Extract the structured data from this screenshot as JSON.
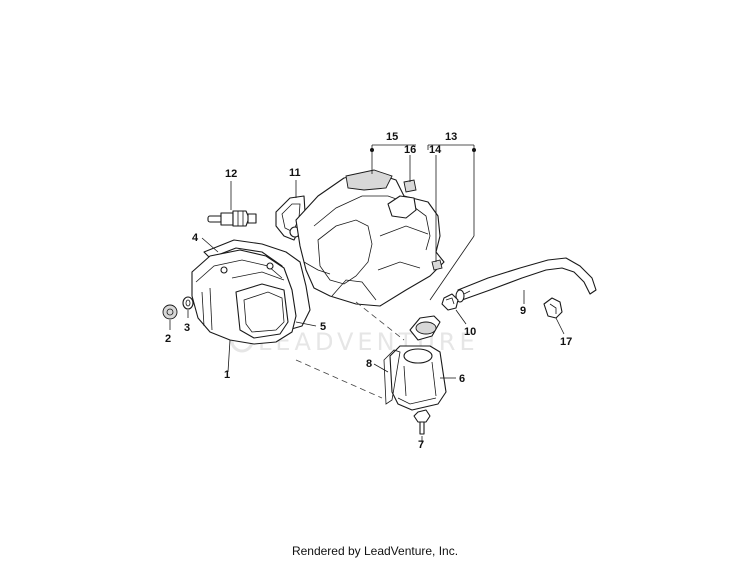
{
  "callouts": {
    "c1": "1",
    "c2": "2",
    "c3": "3",
    "c4": "4",
    "c5": "5",
    "c6": "6",
    "c7": "7",
    "c8": "8",
    "c9": "9",
    "c10": "10",
    "c11": "11",
    "c12": "12",
    "c13": "13",
    "c14": "14",
    "c15": "15",
    "c16": "16",
    "c17": "17"
  },
  "watermark": "LEADVENTURE",
  "footer": "Rendered by LeadVenture, Inc."
}
